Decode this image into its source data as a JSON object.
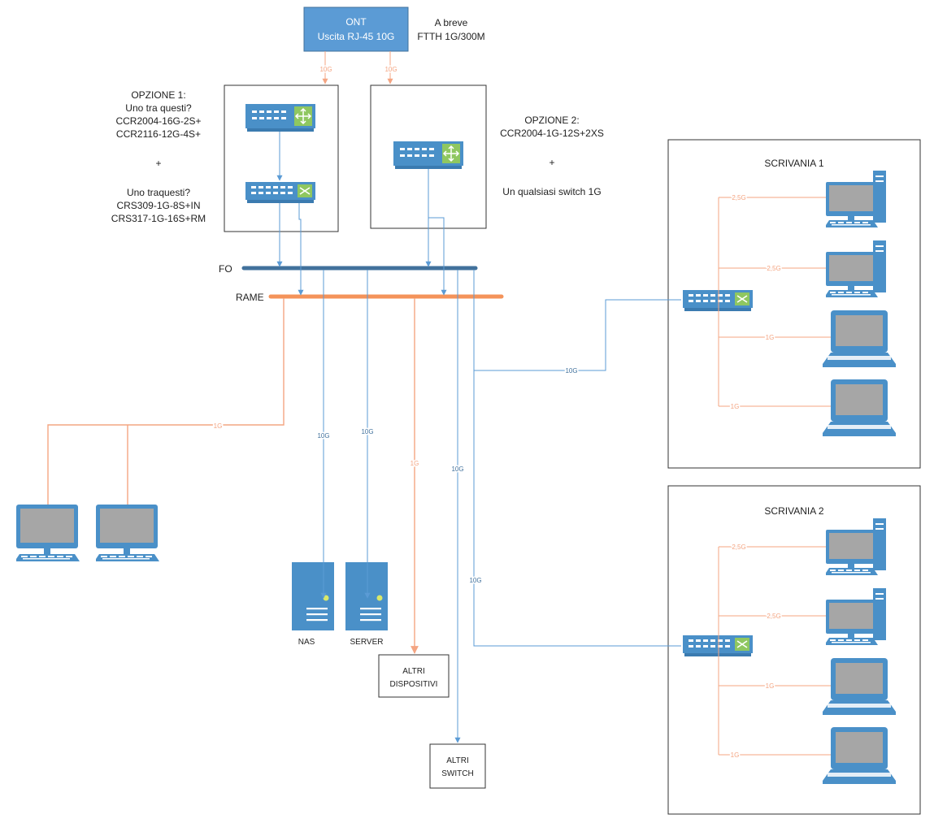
{
  "colors": {
    "blue_line": "#5b9bd5",
    "orange_line": "#f4a582",
    "fo_bus": "#41719c",
    "rame_bus": "#f4935a",
    "device_blue": "#4a90c8",
    "router_green": "#8fc760",
    "screen_gray": "#a6a6a6"
  },
  "ont": {
    "title": "ONT",
    "subtitle": "Uscita RJ-45 10G"
  },
  "ont_note": {
    "line1": "A breve",
    "line2": "FTTH 1G/300M"
  },
  "option1": {
    "l1": "OPZIONE 1:",
    "l2": "Uno tra questi?",
    "l3": "CCR2004-16G-2S+",
    "l4": "CCR2116-12G-4S+",
    "plus": "+",
    "l5": "Uno traquesti?",
    "l6": "CRS309-1G-8S+IN",
    "l7": "CRS317-1G-16S+RM"
  },
  "option2": {
    "l1": "OPZIONE 2:",
    "l2": "CCR2004-1G-12S+2XS",
    "plus": "+",
    "l3": "Un qualsiasi switch 1G"
  },
  "buses": {
    "fo": "FO",
    "rame": "RAME"
  },
  "links": {
    "ont_opt1": "10G",
    "ont_opt2": "10G",
    "pcs_left": "1G",
    "nas": "10G",
    "server": "10G",
    "altri_dispositivi": "1G",
    "altri_switch": "10G",
    "desk1": "10G",
    "desk2": "10G"
  },
  "devices": {
    "nas": "NAS",
    "server": "SERVER",
    "altri_dispositivi": {
      "l1": "ALTRI",
      "l2": "DISPOSITIVI"
    },
    "altri_switch": {
      "l1": "ALTRI",
      "l2": "SWITCH"
    }
  },
  "desk1": {
    "title": "SCRIVANIA 1",
    "speeds": [
      "2,5G",
      "2,5G",
      "1G",
      "1G"
    ]
  },
  "desk2": {
    "title": "SCRIVANIA 2",
    "speeds": [
      "2,5G",
      "2,5G",
      "1G",
      "1G"
    ]
  }
}
